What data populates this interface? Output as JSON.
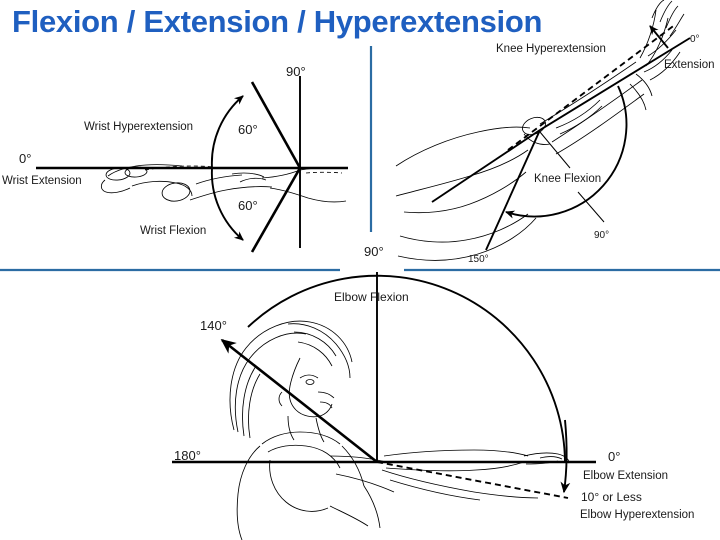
{
  "page": {
    "title": "Flexion / Extension / Hyperextension",
    "title_color": "#1F5FC0",
    "divider_color": "#2B6CA3",
    "background": "#FFFFFF",
    "ink_color": "#1A1A1A"
  },
  "panels": {
    "wrist": {
      "name": "Wrist flexion / extension diagram",
      "labels": {
        "zero": "0°",
        "zero_caption": "Wrist Extension",
        "ninety": "90°",
        "hyperextension": "Wrist Hyperextension",
        "hyperextension_angle": "60°",
        "flexion": "Wrist Flexion",
        "flexion_angle": "60°"
      }
    },
    "knee": {
      "name": "Knee flexion / hyperextension diagram",
      "labels": {
        "hyperextension": "Knee Hyperextension",
        "zero": "0°",
        "extension": "Extension",
        "flexion": "Knee Flexion",
        "flexion_angle_150": "150°",
        "flexion_angle_90": "90°"
      }
    },
    "elbow": {
      "name": "Elbow flexion / extension diagram",
      "labels": {
        "ninety": "90°",
        "flexion": "Elbow Flexion",
        "flexion_angle": "140°",
        "one_eighty": "180°",
        "zero": "0°",
        "extension": "Elbow Extension",
        "hyperextension_angle": "10° or Less",
        "hyperextension": "Elbow Hyperextension"
      }
    }
  },
  "chart_data": {
    "type": "diagram",
    "title": "Flexion / Extension / Hyperextension",
    "joints": [
      {
        "joint": "Wrist",
        "movements": [
          {
            "name": "Wrist Extension",
            "angle_deg": 0
          },
          {
            "name": "Wrist Hyperextension",
            "angle_deg": 60
          },
          {
            "name": "Wrist Flexion",
            "angle_deg": 60
          },
          {
            "name": "Reference vertical",
            "angle_deg": 90
          }
        ]
      },
      {
        "joint": "Knee",
        "movements": [
          {
            "name": "Extension",
            "angle_deg": 0
          },
          {
            "name": "Knee Hyperextension",
            "angle_deg": null
          },
          {
            "name": "Knee Flexion",
            "angle_deg": 90
          },
          {
            "name": "Knee Flexion (max)",
            "angle_deg": 150
          }
        ]
      },
      {
        "joint": "Elbow",
        "movements": [
          {
            "name": "Elbow Extension",
            "angle_deg": 0
          },
          {
            "name": "Elbow Flexion",
            "angle_deg": 140
          },
          {
            "name": "Reference vertical",
            "angle_deg": 90
          },
          {
            "name": "Reference straight arm",
            "angle_deg": 180
          },
          {
            "name": "Elbow Hyperextension",
            "angle_deg": 10
          }
        ]
      }
    ]
  }
}
